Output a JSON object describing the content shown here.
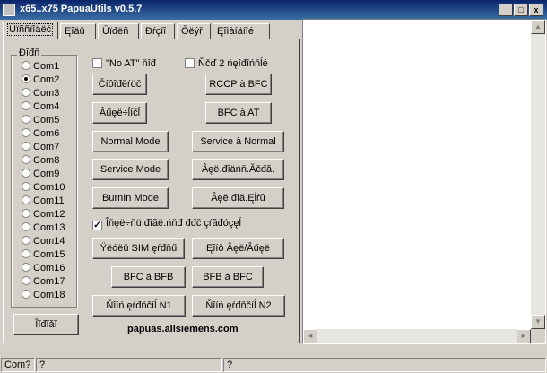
{
  "window": {
    "title": "x65..x75 PapuaUtils v0.5.7",
    "minimize_glyph": "_",
    "maximize_glyph": "□",
    "close_glyph": "x"
  },
  "tabs": [
    {
      "label": "Ūïññïîäëć",
      "active": true
    },
    {
      "label": "Ęîäü",
      "active": false
    },
    {
      "label": "Ūïđëñ",
      "active": false
    },
    {
      "label": "Đŕçíî",
      "active": false
    },
    {
      "label": "Ōëýř",
      "active": false
    },
    {
      "label": "Ęîìàíäíîé",
      "active": false
    }
  ],
  "ports": {
    "group_label": "Đîđň",
    "items": [
      "Com1",
      "Com2",
      "Com3",
      "Com4",
      "Com5",
      "Com6",
      "Com7",
      "Com8",
      "Com9",
      "Com10",
      "Com11",
      "Com12",
      "Com13",
      "Com14",
      "Com15",
      "Com16",
      "Com17",
      "Com18"
    ],
    "selected_index": 1,
    "open_button": "Îĭđĭăĭ"
  },
  "options": {
    "no_at_label": "\"No AT\" ňîđ",
    "no_at_checked": false,
    "two_speeds_label": "Ňčď 2 ńęîđîńňĺé",
    "two_speeds_checked": false,
    "log_label": "Îňęë÷ňü đîăë.ńňđ đđč çŕăđóçęĺ",
    "log_checked": true
  },
  "buttons": {
    "left": [
      "Číôîđěŕöč",
      "Âűęë÷ĺíčĺ",
      "Normal Mode",
      "Service Mode",
      "BurnIn Mode",
      "Ÿëóëü SIM ęŕđňű",
      "BFC à BFB",
      "Ňîíń ęŕđňčíĺ N1"
    ],
    "right": [
      "RCCP à BFC",
      "BFC à AT",
      "Service à Normal",
      "Âęë.đîäńň.Ăčđă.",
      "Âęë.đîä.Ęĺŕû",
      "Ęîíô Âęë/Âűęë",
      "BFB à BFC",
      "Ňîíń ęŕđňčíĺ N2"
    ]
  },
  "footer_link": "papuas.allsiemens.com",
  "scroll": {
    "up": "▲",
    "down": "▼",
    "left": "◄",
    "right": "►"
  },
  "status": {
    "port": "Com?",
    "field2": "?",
    "field3": "?"
  }
}
